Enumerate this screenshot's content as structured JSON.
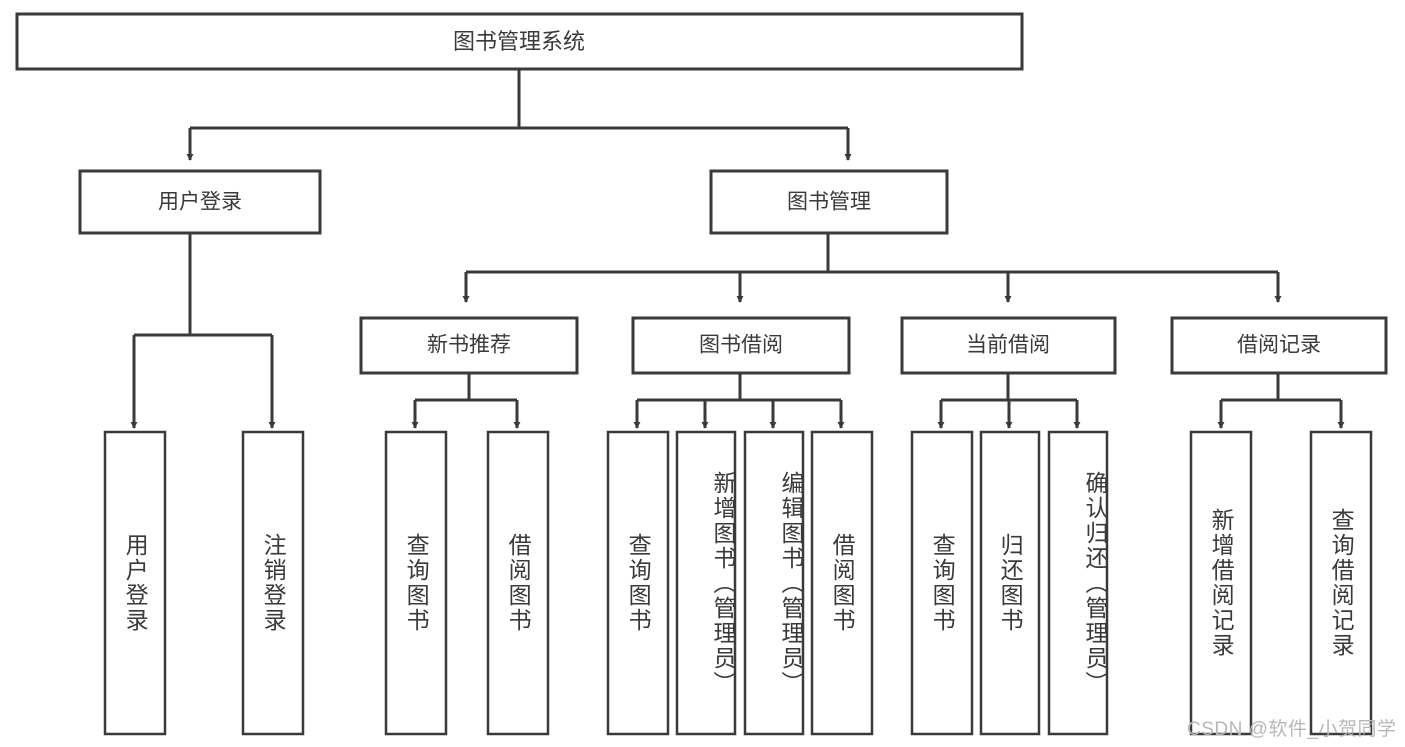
{
  "diagram": {
    "title": "图书管理系统",
    "watermark": "CSDN @软件_小贺同学",
    "colors": {
      "stroke": "#3a3a3a",
      "fill": "#ffffff",
      "background": "#ffffff",
      "watermark": "#b8b8b8"
    },
    "levels": {
      "root": {
        "label": "图书管理系统"
      },
      "level2": [
        {
          "id": "user-login",
          "label": "用户登录"
        },
        {
          "id": "book-manage",
          "label": "图书管理"
        }
      ],
      "level3": [
        {
          "id": "new-book-recommend",
          "label": "新书推荐"
        },
        {
          "id": "book-borrow",
          "label": "图书借阅"
        },
        {
          "id": "current-borrow",
          "label": "当前借阅"
        },
        {
          "id": "borrow-record",
          "label": "借阅记录"
        }
      ],
      "leaves": [
        {
          "id": "leaf-user-login",
          "label": "用户登录",
          "parent": "user-login",
          "align": "centered"
        },
        {
          "id": "leaf-logout",
          "label": "注销登录",
          "parent": "user-login",
          "align": "centered"
        },
        {
          "id": "leaf-query-book-1",
          "label": "查询图书",
          "parent": "new-book-recommend",
          "align": "centered"
        },
        {
          "id": "leaf-borrow-book-1",
          "label": "借阅图书",
          "parent": "new-book-recommend",
          "align": "centered"
        },
        {
          "id": "leaf-query-book-2",
          "label": "查询图书",
          "parent": "book-borrow",
          "align": "centered"
        },
        {
          "id": "leaf-add-book",
          "label": "新增图书（管理员）",
          "parent": "book-borrow",
          "align": "top"
        },
        {
          "id": "leaf-edit-book",
          "label": "编辑图书（管理员）",
          "parent": "book-borrow",
          "align": "top"
        },
        {
          "id": "leaf-borrow-book-2",
          "label": "借阅图书",
          "parent": "book-borrow",
          "align": "centered"
        },
        {
          "id": "leaf-query-book-3",
          "label": "查询图书",
          "parent": "current-borrow",
          "align": "centered"
        },
        {
          "id": "leaf-return-book",
          "label": "归还图书",
          "parent": "current-borrow",
          "align": "centered"
        },
        {
          "id": "leaf-confirm-return",
          "label": "确认归还（管理员）",
          "parent": "current-borrow",
          "align": "top"
        },
        {
          "id": "leaf-add-record",
          "label": "新增借阅记录",
          "parent": "borrow-record",
          "align": "centered"
        },
        {
          "id": "leaf-query-record",
          "label": "查询借阅记录",
          "parent": "borrow-record",
          "align": "centered"
        }
      ]
    }
  }
}
